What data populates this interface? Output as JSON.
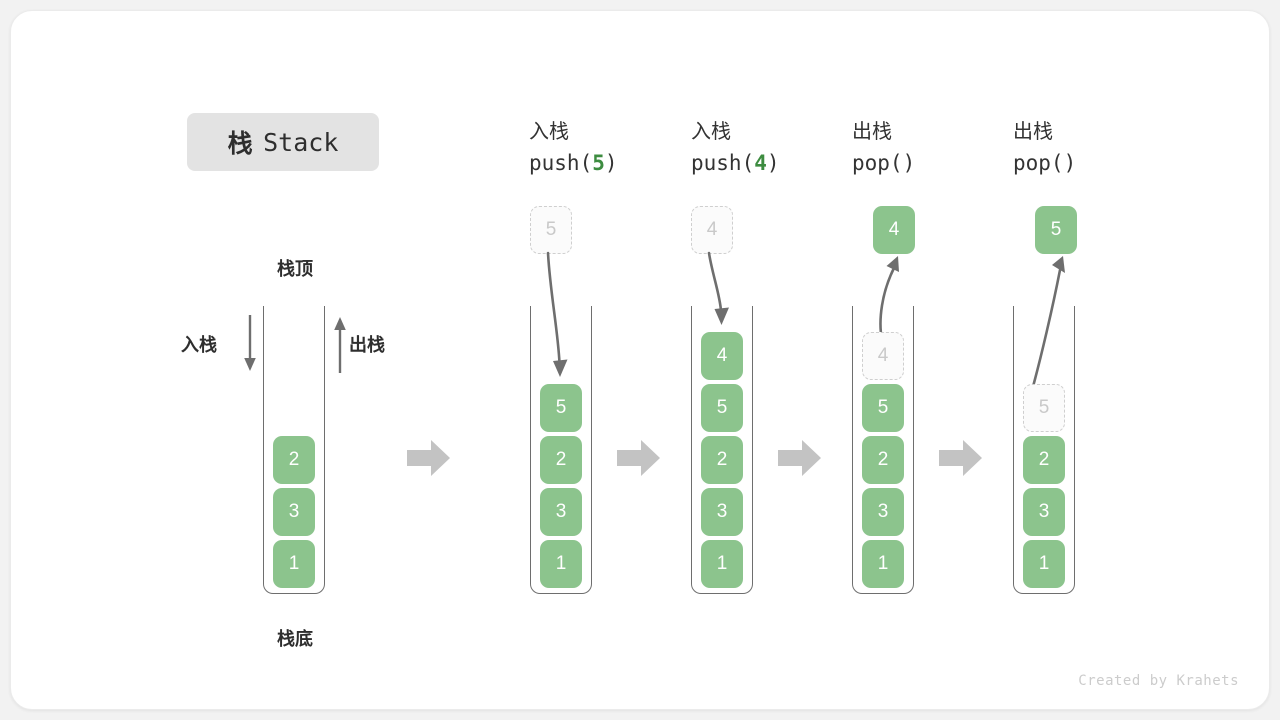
{
  "title": {
    "cn": "栈",
    "en": "Stack"
  },
  "annotations": {
    "top": "栈顶",
    "bottom": "栈底",
    "push": "入栈",
    "pop": "出栈"
  },
  "colors": {
    "cell_green": "#8cc48d",
    "code_green": "#3d8c40",
    "ghost_border": "#cfcfcf",
    "ghost_text": "#c9c9c9",
    "box_border": "#6e6e6e",
    "badge_bg": "#e3e3e3",
    "arrow_gray": "#6e6e6e",
    "block_arrow": "#c3c3c3",
    "canvas_bg": "#ffffff",
    "page_bg": "#f2f2f2"
  },
  "columns": [
    {
      "id": "initial",
      "header_cn": "",
      "header_code_pre": "",
      "header_code_num": "",
      "header_code_post": "",
      "cells_bottom_to_top": [
        "1",
        "3",
        "2"
      ],
      "floating": null,
      "ghost_in_stack": null
    },
    {
      "id": "push-5",
      "header_cn": "入栈",
      "header_code_pre": "push(",
      "header_code_num": "5",
      "header_code_post": ")",
      "cells_bottom_to_top": [
        "1",
        "3",
        "2",
        "5"
      ],
      "floating": {
        "value": "5",
        "style": "ghost"
      },
      "ghost_in_stack": null
    },
    {
      "id": "push-4",
      "header_cn": "入栈",
      "header_code_pre": "push(",
      "header_code_num": "4",
      "header_code_post": ")",
      "cells_bottom_to_top": [
        "1",
        "3",
        "2",
        "5",
        "4"
      ],
      "floating": {
        "value": "4",
        "style": "ghost"
      },
      "ghost_in_stack": null
    },
    {
      "id": "pop-1",
      "header_cn": "出栈",
      "header_code_pre": "pop(",
      "header_code_num": "",
      "header_code_post": ")",
      "cells_bottom_to_top": [
        "1",
        "3",
        "2",
        "5"
      ],
      "floating": {
        "value": "4",
        "style": "solid"
      },
      "ghost_in_stack": {
        "value": "4",
        "index_from_bottom": 4
      }
    },
    {
      "id": "pop-2",
      "header_cn": "出栈",
      "header_code_pre": "pop(",
      "header_code_num": "",
      "header_code_post": ")",
      "cells_bottom_to_top": [
        "1",
        "3",
        "2"
      ],
      "floating": {
        "value": "5",
        "style": "solid"
      },
      "ghost_in_stack": {
        "value": "5",
        "index_from_bottom": 3
      }
    }
  ],
  "credit": "Created by Krahets"
}
